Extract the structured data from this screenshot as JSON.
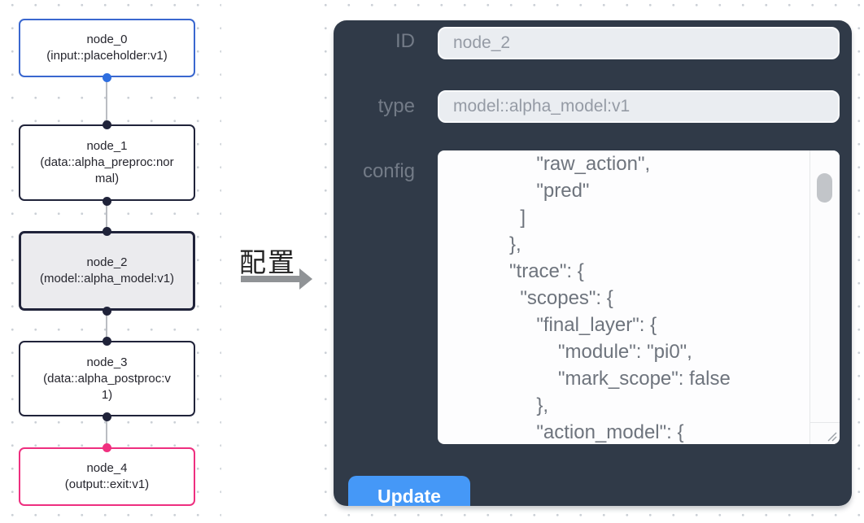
{
  "workflow": {
    "nodes": [
      {
        "title": "node_0",
        "subtitle": "(input::placeholder:v1)"
      },
      {
        "title": "node_1",
        "subtitle": "(data::alpha_preproc:normal)"
      },
      {
        "title": "node_2",
        "subtitle": "(model::alpha_model:v1)"
      },
      {
        "title": "node_3",
        "subtitle": "(data::alpha_postproc:v1)"
      },
      {
        "title": "node_4",
        "subtitle": "(output::exit:v1)"
      }
    ]
  },
  "arrow": {
    "label": "配置"
  },
  "panel": {
    "id_field": {
      "label": "ID",
      "value": "node_2"
    },
    "type_field": {
      "label": "type",
      "value": "model::alpha_model:v1"
    },
    "config_field": {
      "label": "config",
      "text": "                 \"raw_action\",\n                 \"pred\"\n              ]\n            },\n            \"trace\": {\n              \"scopes\": {\n                 \"final_layer\": {\n                     \"module\": \"pi0\",\n                     \"mark_scope\": false\n                 },\n                 \"action_model\": {"
    },
    "update_button": "Update"
  },
  "colors": {
    "panel_bg": "#303a48",
    "input_node_border": "#3a67cf",
    "output_node_border": "#ee2f7f",
    "default_node_border": "#20233a",
    "selected_node_bg": "#ebebee",
    "input_port": "#2e6ee0",
    "output_port": "#f0307f",
    "update_button_bg": "#4598f7",
    "arrow_gray": "#909396"
  }
}
